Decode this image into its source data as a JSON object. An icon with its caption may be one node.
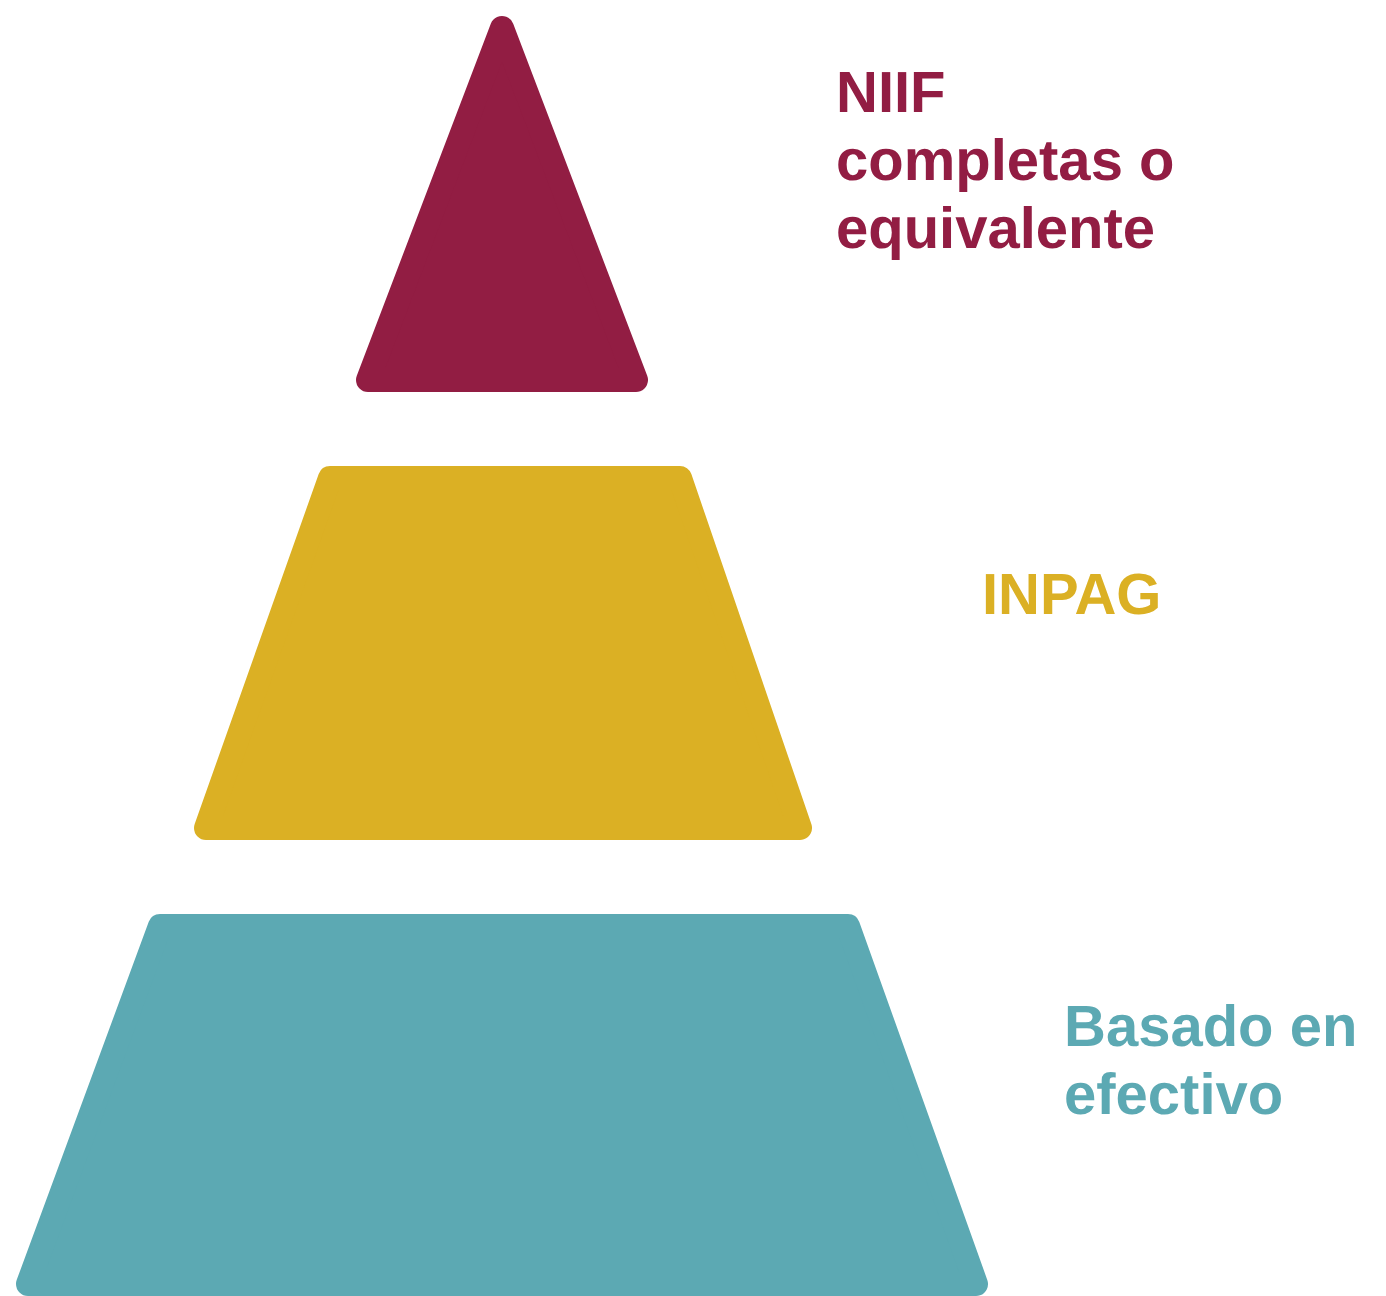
{
  "diagram": {
    "nodes": [
      {
        "text": [],
        "shape": "triangle",
        "beside": [
          "NIIF completas o equivalente"
        ]
      },
      {
        "text": [],
        "shape": "trapezoid",
        "beside": [
          "INPAG"
        ]
      },
      {
        "text": [],
        "shape": "trapezoid",
        "beside": [
          "Basado en efectivo"
        ]
      }
    ],
    "edges": []
  }
}
